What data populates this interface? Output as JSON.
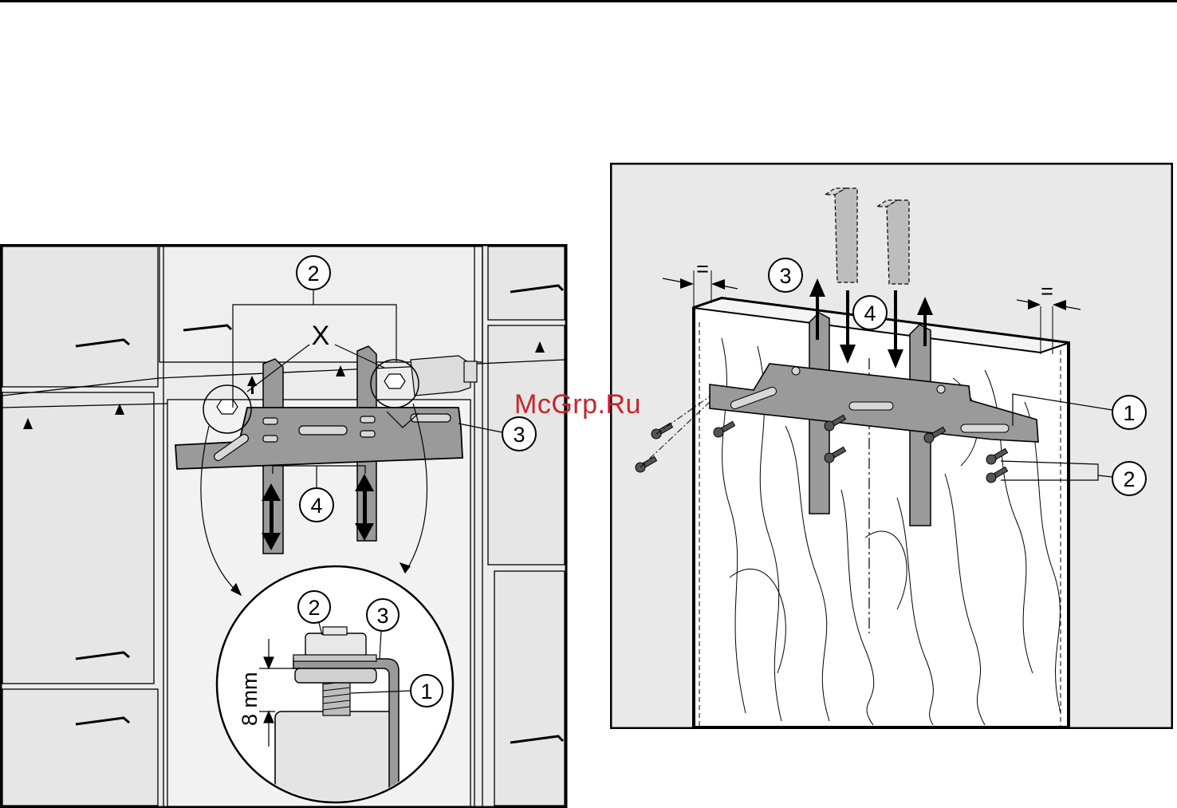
{
  "left_figure": {
    "callouts": {
      "top": "2",
      "bracket": "3",
      "rails": "4",
      "marker": "X"
    },
    "detail": {
      "callout_nut": "2",
      "callout_bracket": "3",
      "callout_bolt": "1",
      "dimension": "8 mm"
    }
  },
  "right_figure": {
    "callouts": {
      "rails_up": "3",
      "rails_down": "4",
      "bracket": "1",
      "screws": "2"
    },
    "equal_marks": {
      "left": "=",
      "right": "="
    }
  },
  "watermark": "McGrp.Ru",
  "colors": {
    "steel": "#9a9a9a",
    "steel_dark": "#6f6f6f",
    "panel_grey": "#e8e8e8",
    "watermark_red": "#c9242b"
  }
}
